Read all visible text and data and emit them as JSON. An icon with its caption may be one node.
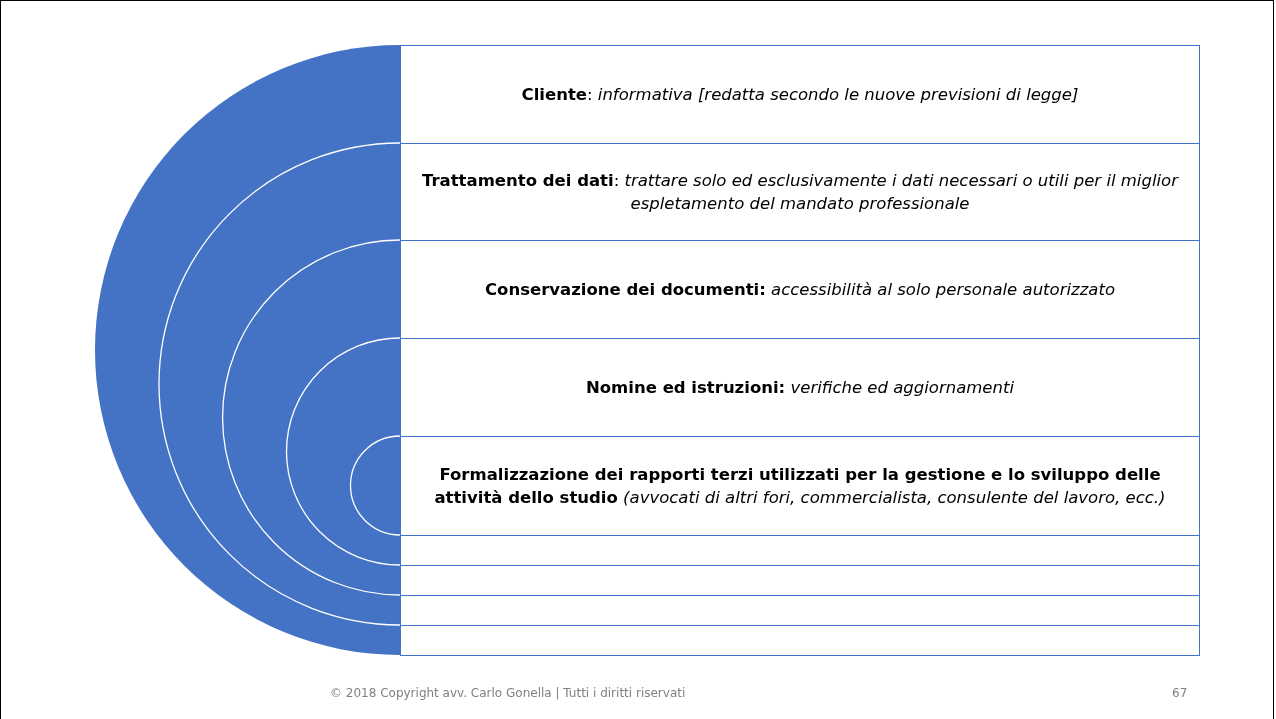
{
  "diagram": {
    "nodes": [
      {
        "text": [
          "**Cliente**: *informativa [redatta secondo le nuove previsioni di legge]*"
        ]
      },
      {
        "text": [
          "**Trattamento dei dati**: *trattare solo ed esclusivamente i dati necessari o utili per il miglior espletamento del mandato professionale*"
        ]
      },
      {
        "text": [
          "**Conservazione dei documenti:** *accessibilità  al solo personale autorizzato*"
        ]
      },
      {
        "text": [
          "**Nomine ed istruzioni:** *verifiche ed aggiornamenti*"
        ]
      },
      {
        "text": [
          "**Formalizzazione dei rapporti terzi utilizzati per la gestione e lo sviluppo delle attività dello studio** *(avvocati di altri fori, commercialista, consulente del lavoro, ecc.)*"
        ]
      },
      {
        "text": [],
        "shape": "box"
      },
      {
        "text": [],
        "shape": "box"
      },
      {
        "text": [],
        "shape": "box"
      },
      {
        "text": [],
        "shape": "box"
      }
    ],
    "labels": [
      "© 2018 Copyright avv. Carlo Gonella | Tutti i diritti riservati",
      "67"
    ]
  }
}
